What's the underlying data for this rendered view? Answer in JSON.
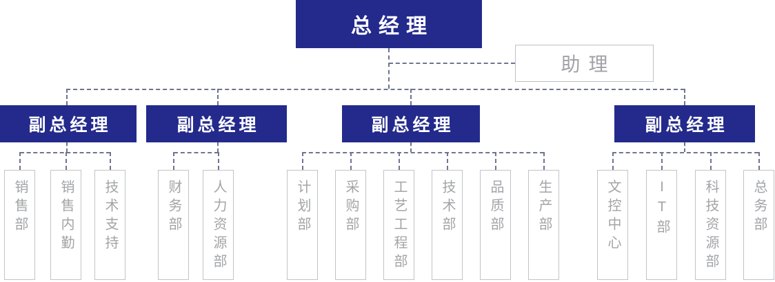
{
  "org_chart": {
    "root": {
      "label": "总经理"
    },
    "assistant": {
      "label": "助理"
    },
    "deputies": [
      {
        "label": "副总经理",
        "departments": [
          "销售部",
          "销售内勤",
          "技术支持"
        ]
      },
      {
        "label": "副总经理",
        "departments": [
          "财务部",
          "人力资源部"
        ]
      },
      {
        "label": "副总经理",
        "departments": [
          "计划部",
          "采购部",
          "工艺工程部",
          "技术部",
          "品质部",
          "生产部"
        ]
      },
      {
        "label": "副总经理",
        "departments": [
          "文控中心",
          "IT部",
          "科技资源部",
          "总务部"
        ]
      }
    ],
    "colors": {
      "primary_navy": "#232A8C",
      "connector_gray": "#6E7390",
      "outline_gray": "#C2C3C6",
      "muted_text_gray": "#A2A4A7"
    }
  }
}
